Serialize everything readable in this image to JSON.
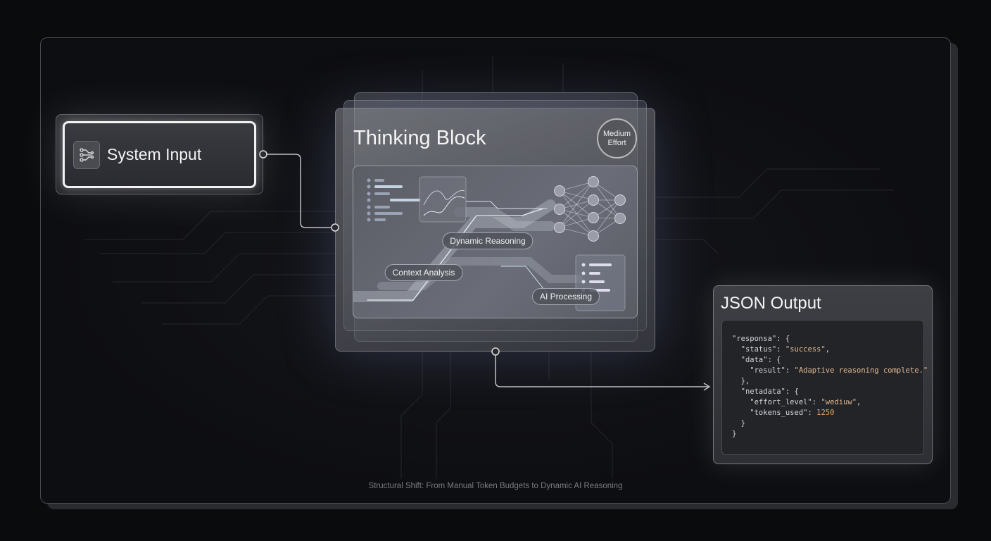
{
  "system_input": {
    "label": "System Input",
    "icon": "workflow-icon"
  },
  "thinking_block": {
    "title": "Thinking Block",
    "badge": {
      "line1": "Medium",
      "line2": "Effort"
    },
    "labels": {
      "dynamic": "Dynamic Reasoning",
      "context": "Context Analysis",
      "ai": "AI Processing"
    }
  },
  "json_output": {
    "title": "JSON Output",
    "lines": [
      [
        "\"responsa\"",
        ": {"
      ],
      [
        "  \"status\"",
        ": ",
        "\"success\"",
        ","
      ],
      [
        "  \"data\"",
        ": {"
      ],
      [
        "    \"result\"",
        ": ",
        "\"Adaptive reasoning complete.\"",
        ""
      ],
      [
        "  },"
      ],
      [
        "  \"netadata\"",
        ": {"
      ],
      [
        "    \"effort_level\"",
        ": ",
        "\"wediuw\"",
        ","
      ],
      [
        "    \"tokens_used\"",
        ": ",
        "1250",
        ""
      ],
      [
        "  }"
      ],
      [
        "}"
      ]
    ]
  },
  "caption": "Structural Shift: From Manual Token Budgets to Dynamic AI Reasoning"
}
